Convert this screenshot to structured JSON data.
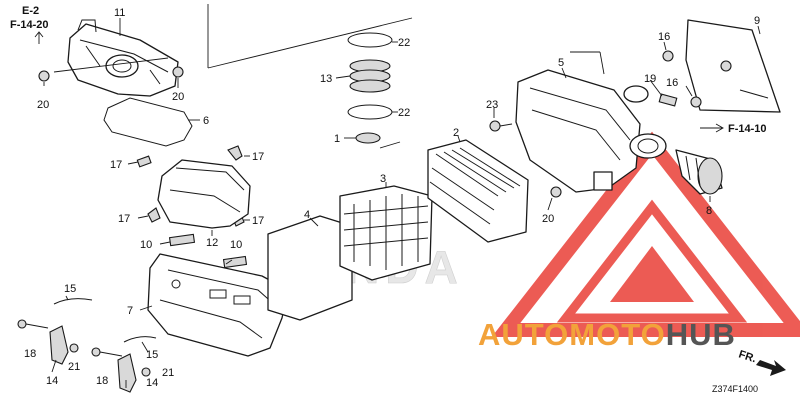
{
  "diagram": {
    "references": {
      "top_left_1": "E-2",
      "top_left_2": "F-14-20",
      "right": "F-14-10"
    },
    "direction_label": "FR.",
    "diagram_code": "Z374F1400",
    "watermark": {
      "brand": "HONDA",
      "logo_text_main": "AUTOMOTO",
      "logo_text_accent": "HUB",
      "logo_color": "#e8332a",
      "logo_text_color": "#f2a23a",
      "logo_accent_color": "#555555"
    },
    "callouts": {
      "c1": "1",
      "c3": "3",
      "c4": "4",
      "c5": "5",
      "c6": "6",
      "c7": "7",
      "c8": "8",
      "c9": "9",
      "c10a": "10",
      "c10b": "10",
      "c11": "11",
      "c12": "12",
      "c13": "13",
      "c14a": "14",
      "c14b": "14",
      "c15a": "15",
      "c15b": "15",
      "c16a": "16",
      "c16b": "16",
      "c17a": "17",
      "c17b": "17",
      "c17c": "17",
      "c17d": "17",
      "c18a": "18",
      "c18b": "18",
      "c19": "19",
      "c2": "2",
      "c20a": "20",
      "c20b": "20",
      "c20c": "20",
      "c21a": "21",
      "c21b": "21",
      "c22a": "22",
      "c22b": "22",
      "c23": "23"
    }
  }
}
